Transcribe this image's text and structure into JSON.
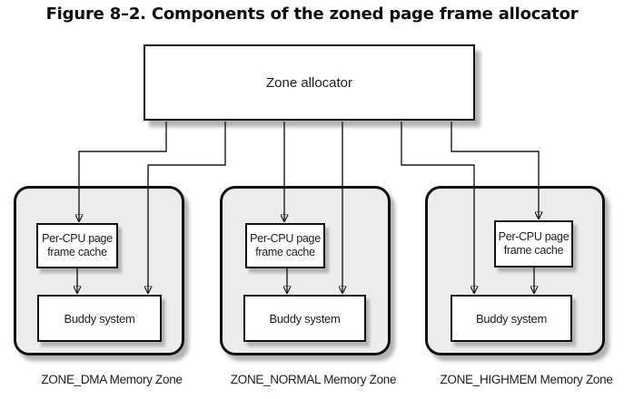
{
  "figure": {
    "title": "Figure 8–2. Components of the zoned page frame allocator"
  },
  "diagram": {
    "allocator_label": "Zone allocator",
    "zones": [
      {
        "label": "ZONE_DMA Memory Zone",
        "cache_line1": "Per-CPU page",
        "cache_line2": "frame cache",
        "buddy_label": "Buddy system"
      },
      {
        "label": "ZONE_NORMAL Memory Zone",
        "cache_line1": "Per-CPU page",
        "cache_line2": "frame cache",
        "buddy_label": "Buddy system"
      },
      {
        "label": "ZONE_HIGHMEM Memory Zone",
        "cache_line1": "Per-CPU page",
        "cache_line2": "frame cache",
        "buddy_label": "Buddy system"
      }
    ]
  },
  "colors": {
    "line": "#1c1c1c",
    "zone_fill": "#ececec",
    "box_fill": "#ffffff",
    "border": "#111111",
    "shadow": "#b3b3b3",
    "text": "#1e1e1e",
    "title": "#0d0d0d"
  }
}
